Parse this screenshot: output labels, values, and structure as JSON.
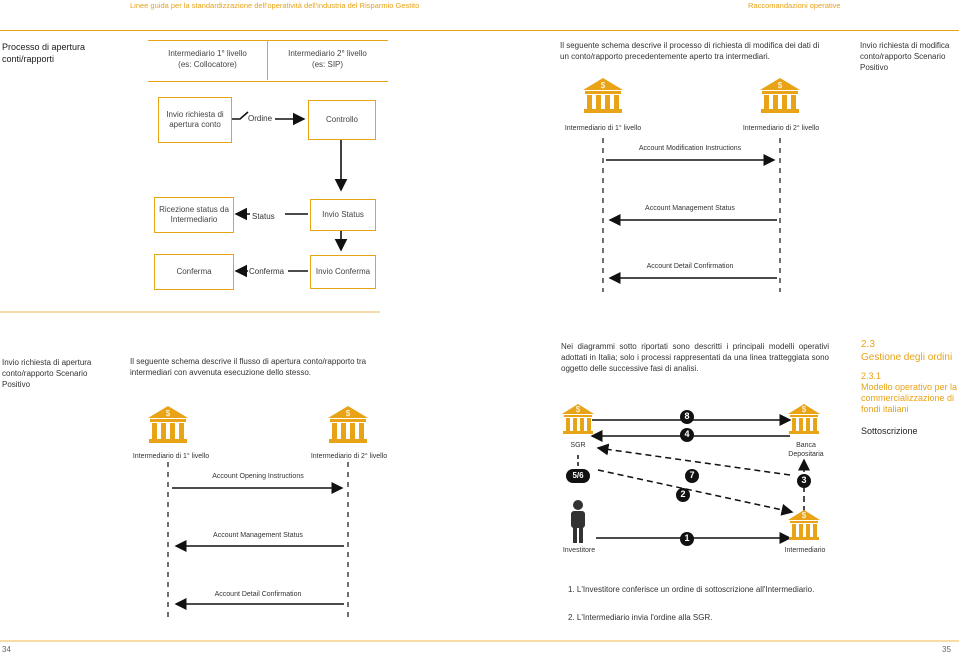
{
  "header": {
    "left": "Linee guida per la standardizzazione dell'operatività dell'industria del Risparmio Gestito",
    "right": "Raccomandazioni operative"
  },
  "left_top": {
    "title": "Processo di apertura conti/rapporti",
    "col1_line1": "Intermediario 1° livello",
    "col1_line2": "(es: Collocatore)",
    "col2_line1": "Intermediario 2° livello",
    "col2_line2": "(es: SIP)",
    "box_invio": "Invio richiesta di apertura conto",
    "label_ordine": "Ordine",
    "box_controllo": "Controllo",
    "box_ricezione": "Ricezione status da Intermediario",
    "label_status": "Status",
    "box_invio_status": "Invio Status",
    "box_conferma": "Conferma",
    "label_conferma": "Conferma",
    "box_invio_conferma": "Invio Conferma"
  },
  "right_top": {
    "intro": "Il seguente schema descrive il processo di richiesta di modifica dei dati di un conto/rapporto precedentemente aperto tra intermediari.",
    "side_title": "Invio richiesta di modifica conto/rapporto Scenario Positivo",
    "bank1": "Intermediario di 1° livello",
    "bank2": "Intermediario di 2° livello",
    "msg1": "Account Modification Instructions",
    "msg2": "Account Management Status",
    "msg3": "Account Detail Confirmation"
  },
  "left_bottom": {
    "side_title": "Invio richiesta di apertura conto/rapporto Scenario Positivo",
    "intro": "Il seguente schema descrive il flusso di apertura conto/rapporto tra intermediari con avvenuta esecuzione dello stesso.",
    "bank1": "Intermediario di 1° livello",
    "bank2": "Intermediario di 2° livello",
    "msg1": "Account Opening  Instructions",
    "msg2": "Account Management Status",
    "msg3": "Account Detail Confirmation"
  },
  "right_bottom": {
    "intro": "Nei diagrammi sotto riportati sono descritti i principali modelli operativi adottati in Italia; solo i processi rappresentati da una linea tratteggiata sono oggetto delle successive fasi di analisi.",
    "sgr": "SGR",
    "banca": "Banca Depositaria",
    "investitore": "Investitore",
    "intermediario": "Intermediario",
    "badge_56": "5/6",
    "n8": "8",
    "n4": "4",
    "n7": "7",
    "n2": "2",
    "n3": "3",
    "n1": "1",
    "section_num": "2.3",
    "section_title": "Gestione degli ordini",
    "sub_num": "2.3.1",
    "sub_title": "Modello operativo per la commercializzazione di fondi italiani",
    "sottoscrizione": "Sottoscrizione",
    "item1": "1.  L'Investitore conferisce un ordine di sottoscrizione all'Intermediario.",
    "item2": "2.  L'Intermediario invia l'ordine alla SGR."
  },
  "footer": {
    "page_left": "34",
    "page_right": "35"
  },
  "colors": {
    "accent": "#e8a317",
    "ink": "#1a1a1a"
  }
}
